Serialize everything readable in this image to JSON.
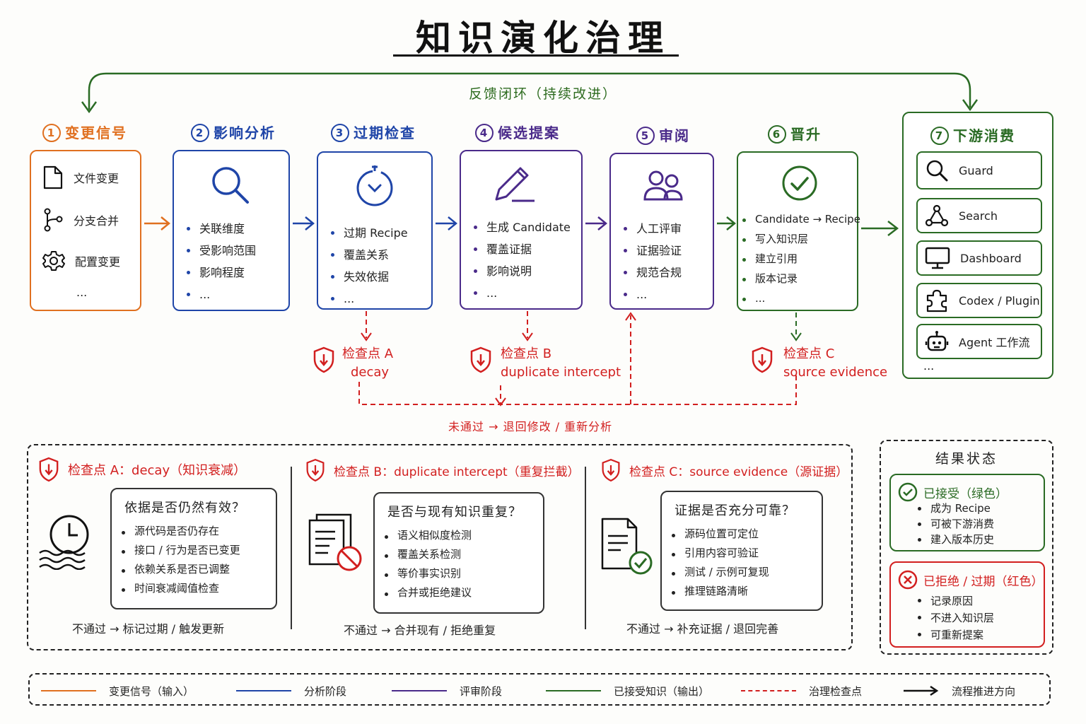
{
  "title": "知识演化治理",
  "feedback_loop": "反馈闭环（持续改进）",
  "stages": [
    {
      "num": "1",
      "title": "变更信号",
      "items": [
        "文件变更",
        "分支合并",
        "配置变更",
        "..."
      ]
    },
    {
      "num": "2",
      "title": "影响分析",
      "items": [
        "关联维度",
        "受影响范围",
        "影响程度",
        "..."
      ]
    },
    {
      "num": "3",
      "title": "过期检查",
      "items": [
        "过期 Recipe",
        "覆盖关系",
        "失效依据",
        "..."
      ]
    },
    {
      "num": "4",
      "title": "候选提案",
      "items": [
        "生成 Candidate",
        "覆盖证据",
        "影响说明",
        "..."
      ]
    },
    {
      "num": "5",
      "title": "审阅",
      "items": [
        "人工评审",
        "证据验证",
        "规范合规",
        "..."
      ]
    },
    {
      "num": "6",
      "title": "晋升",
      "items": [
        "Candidate → Recipe",
        "写入知识层",
        "建立引用",
        "版本记录",
        "..."
      ]
    },
    {
      "num": "7",
      "title": "下游消费",
      "items": [
        "Guard",
        "Search",
        "Dashboard",
        "Codex / Plugin",
        "Agent 工作流",
        "..."
      ]
    }
  ],
  "checkpoints": [
    {
      "label": "检查点 A",
      "sub": "decay"
    },
    {
      "label": "检查点 B",
      "sub": "duplicate intercept"
    },
    {
      "label": "检查点 C",
      "sub": "source evidence"
    }
  ],
  "fail_path": "未通过 → 退回修改 / 重新分析",
  "details": [
    {
      "head": "检查点 A：decay（知识衰减）",
      "question": "依据是否仍然有效？",
      "items": [
        "源代码是否仍存在",
        "接口 / 行为是否已变更",
        "依赖关系是否已调整",
        "时间衰减阈值检查"
      ],
      "fail": "不通过 → 标记过期 / 触发更新"
    },
    {
      "head": "检查点 B：duplicate intercept（重复拦截）",
      "question": "是否与现有知识重复？",
      "items": [
        "语义相似度检测",
        "覆盖关系检测",
        "等价事实识别",
        "合并或拒绝建议"
      ],
      "fail": "不通过 → 合并现有 / 拒绝重复"
    },
    {
      "head": "检查点 C：source evidence（源证据）",
      "question": "证据是否充分可靠？",
      "items": [
        "源码位置可定位",
        "引用内容可验证",
        "测试 / 示例可复现",
        "推理链路清晰"
      ],
      "fail": "不通过 → 补充证据 / 退回完善"
    }
  ],
  "result_states": {
    "title": "结果状态",
    "accepted": {
      "head": "已接受（绿色）",
      "items": [
        "成为 Recipe",
        "可被下游消费",
        "建入版本历史"
      ]
    },
    "rejected": {
      "head": "已拒绝 / 过期（红色）",
      "items": [
        "记录原因",
        "不进入知识层",
        "可重新提案"
      ]
    }
  },
  "legend": [
    {
      "label": "变更信号（输入）",
      "color": "#e07020",
      "style": "solid"
    },
    {
      "label": "分析阶段",
      "color": "#1f45a8",
      "style": "solid"
    },
    {
      "label": "评审阶段",
      "color": "#4a2a8a",
      "style": "solid"
    },
    {
      "label": "已接受知识（输出）",
      "color": "#2a6b24",
      "style": "solid"
    },
    {
      "label": "治理检查点",
      "color": "#d21f1f",
      "style": "dashed"
    },
    {
      "label": "流程推进方向",
      "color": "#111111",
      "style": "arrow"
    }
  ],
  "colors": {
    "orange": "#e07020",
    "blue": "#1f45a8",
    "purple": "#4a2a8a",
    "green": "#2a6b24",
    "red": "#d21f1f"
  }
}
